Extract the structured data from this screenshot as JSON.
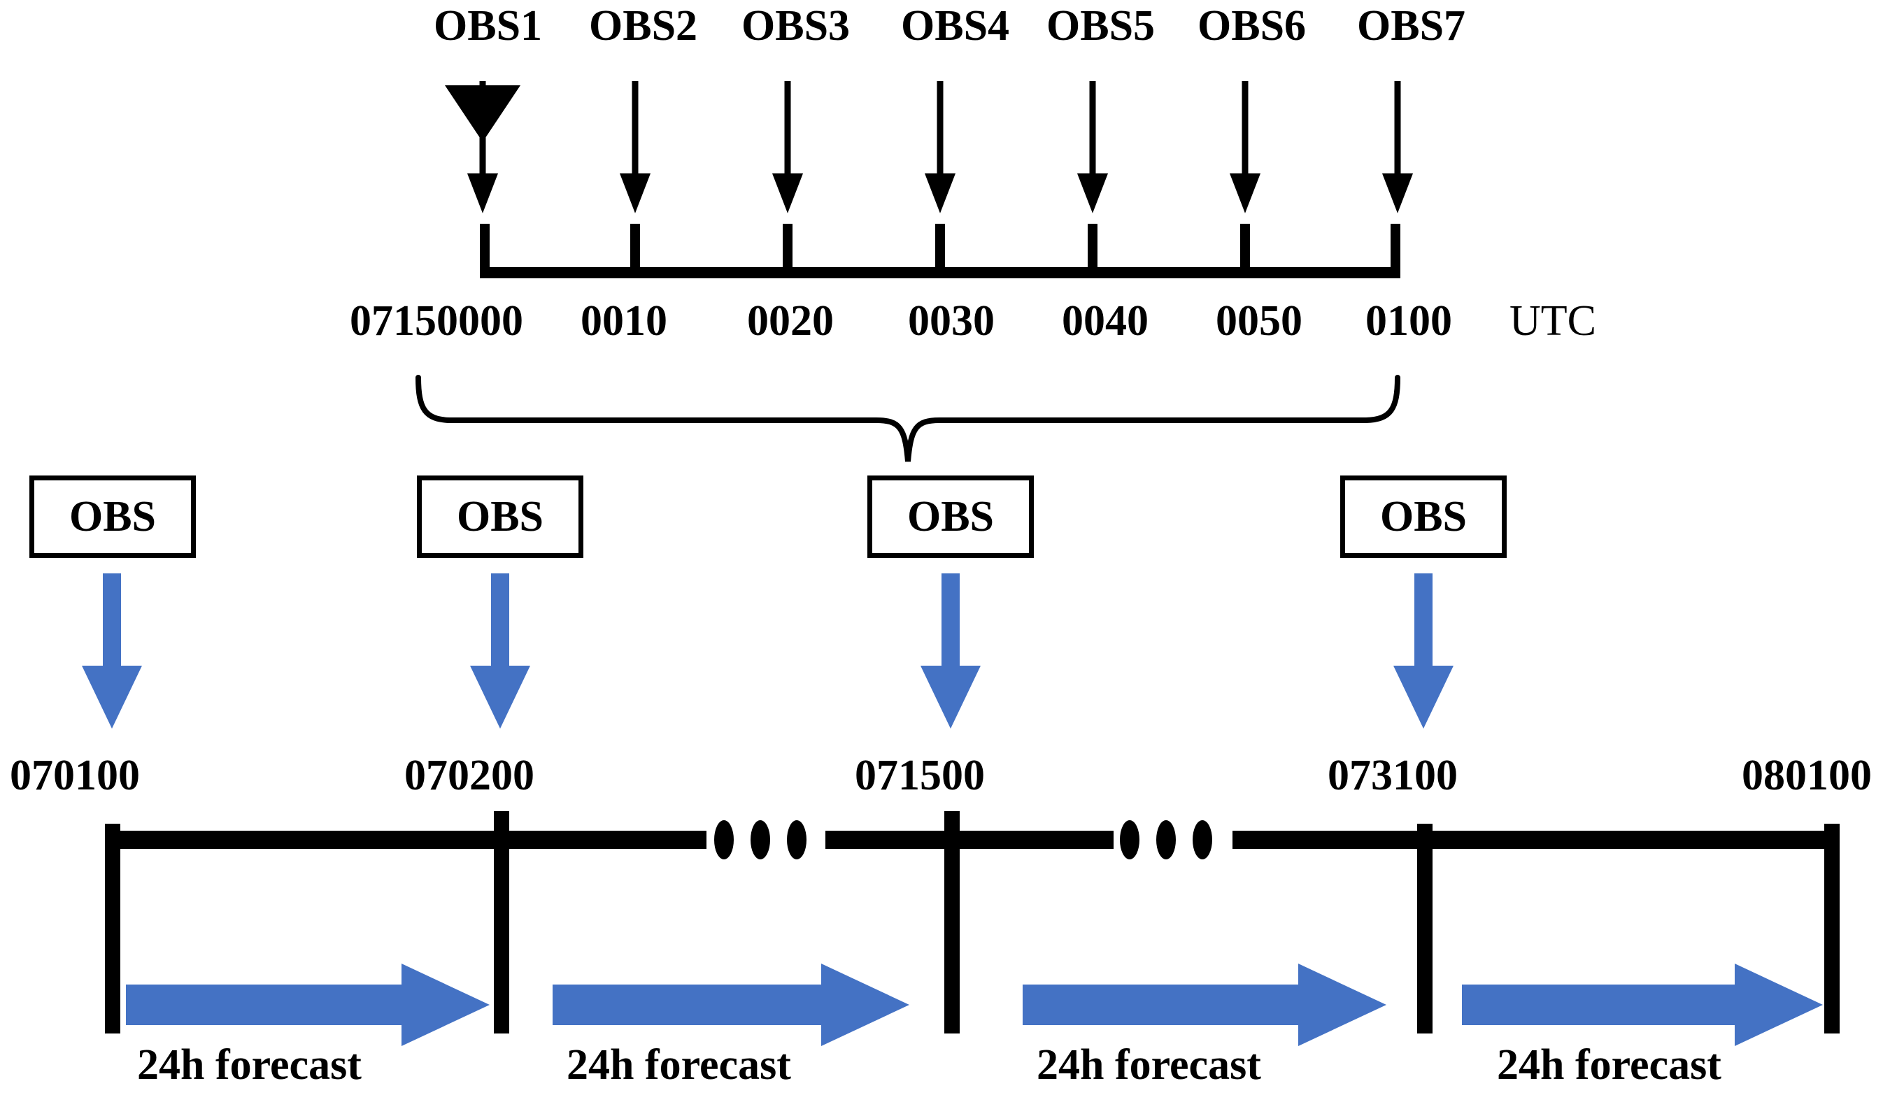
{
  "figure": {
    "title": "Observation assimilation and 24h forecast cycle timeline",
    "colors": {
      "line": "#000000",
      "arrow_blue": "#4472C4",
      "background": "#FFFFFF"
    }
  },
  "top_section": {
    "obs_labels": [
      "OBS1",
      "OBS2",
      "OBS3",
      "OBS4",
      "OBS5",
      "OBS6",
      "OBS7"
    ],
    "time_labels": [
      "07150000",
      "0010",
      "0020",
      "0030",
      "0040",
      "0050",
      "0100"
    ],
    "unit_label": "UTC",
    "tick_count": 7,
    "arrow_count": 7,
    "brace_label": ""
  },
  "middle_section": {
    "obs_box_label": "OBS",
    "obs_box_count": 4,
    "arrow_count": 4
  },
  "bottom_section": {
    "date_labels": [
      "070100",
      "070200",
      "071500",
      "073100",
      "080100"
    ],
    "ellipsis_glyph": "●",
    "ellipsis_groups": 2,
    "forecast_labels": [
      "24h forecast",
      "24h forecast",
      "24h forecast",
      "24h forecast"
    ],
    "forecast_arrow_count": 4
  }
}
